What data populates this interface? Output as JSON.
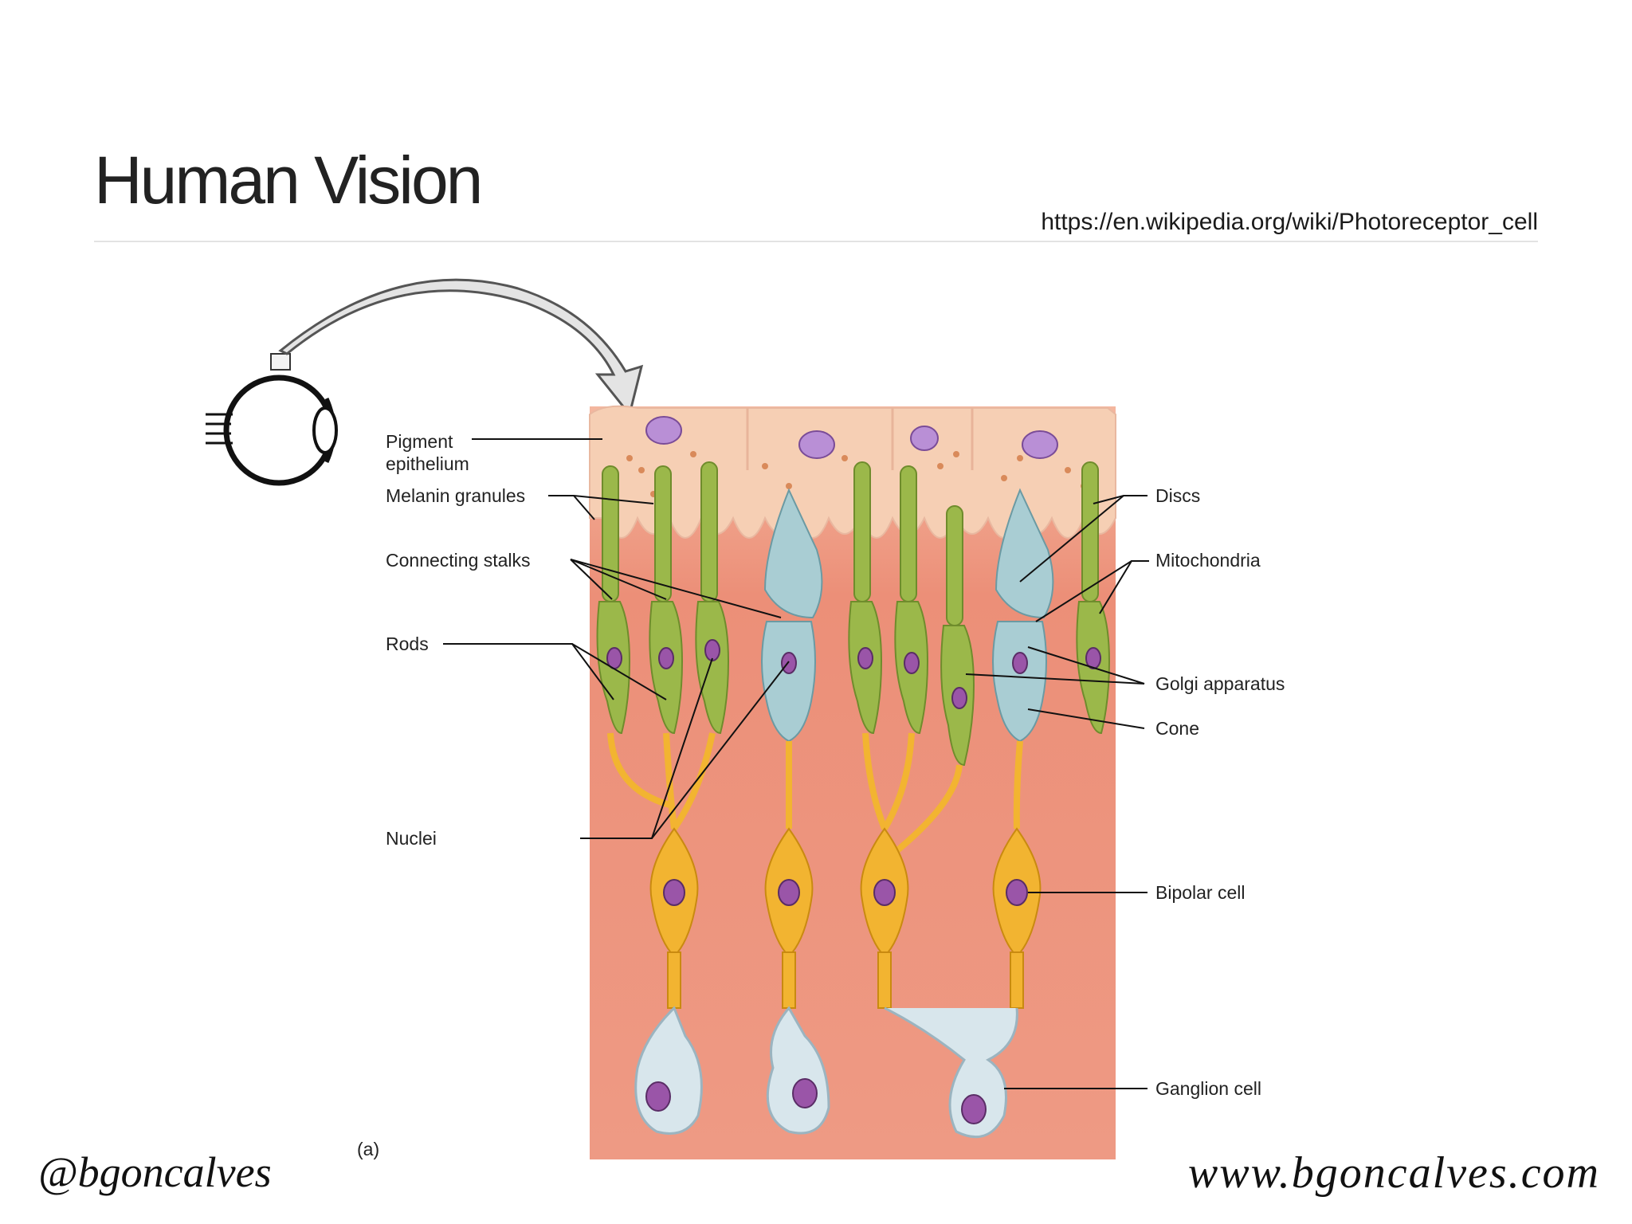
{
  "slide": {
    "title": "Human Vision",
    "source_url": "https://en.wikipedia.org/wiki/Photoreceptor_cell",
    "handle": "@bgoncalves",
    "website": "www.bgoncalves.com"
  },
  "diagram": {
    "panel_label": "(a)",
    "labels": {
      "pigment_line1": "Pigment",
      "pigment_line2": "epithelium",
      "melanin": "Melanin granules",
      "connecting": "Connecting stalks",
      "rods": "Rods",
      "nuclei": "Nuclei",
      "discs": "Discs",
      "mitochondria": "Mitochondria",
      "golgi": "Golgi apparatus",
      "cone": "Cone",
      "bipolar": "Bipolar cell",
      "ganglion": "Ganglion cell"
    },
    "colors": {
      "tissue": "#ec8f78",
      "epithelium": "#f6cfb4",
      "rod": "#9bb84a",
      "cone": "#a9cdd3",
      "bipolar": "#f2b431",
      "ganglion": "#d8e6ec",
      "nucleus": "#9a55a8"
    }
  }
}
